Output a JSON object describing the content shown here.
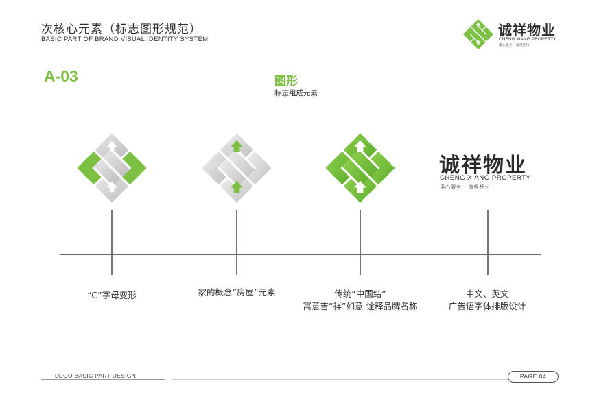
{
  "header": {
    "title_cn": "次核心元素（标志图形规范）",
    "title_en": "BASIC PART OF BRAND VISUAL IDENTITY SYSTEM"
  },
  "brand": {
    "name_cn": "诚祥物业",
    "name_en": "CHENG XIANG PROPERTY",
    "slogan": "用心服务 · 值得托付"
  },
  "section": {
    "code": "A-03",
    "title": "图形",
    "subtitle": "标志组成元素"
  },
  "elements": [
    {
      "caption_lines": [
        "“C”字母变形"
      ]
    },
    {
      "caption_lines": [
        "家的概念“房屋”元素"
      ]
    },
    {
      "caption_lines": [
        "传统“中国结”",
        "寓意吉“祥”如意 诠释品牌名称"
      ]
    },
    {
      "caption_lines": [
        "中文、英文",
        "广告语字体排版设计"
      ]
    }
  ],
  "wordmark": {
    "name_cn": "诚祥物业",
    "name_en": "CHENG XIANG PROPERTY",
    "slogan": "用心服务 · 值得托付"
  },
  "footer": {
    "left": "LOGO BASIC PART DESIGN",
    "page": "PAGE   04"
  },
  "colors": {
    "brand_green": "#7dc144",
    "gray": "#d4d4d4",
    "text": "#333333"
  }
}
